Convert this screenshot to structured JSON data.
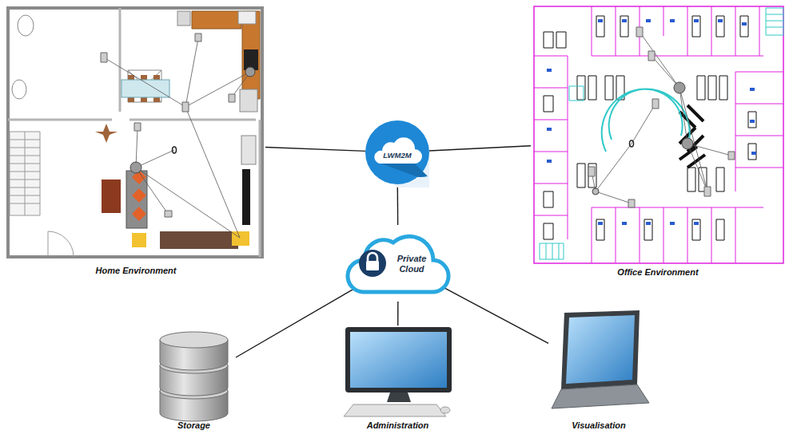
{
  "diagram": {
    "nodes": [
      {
        "text": [
          "Home Environment"
        ]
      },
      {
        "text": [
          "LWM2M"
        ]
      },
      {
        "text": [
          "Office Environment"
        ]
      },
      {
        "text": [
          "Private Cloud"
        ]
      },
      {
        "text": [
          "Storage"
        ]
      },
      {
        "text": [
          "Administration"
        ]
      },
      {
        "text": [
          "Visualisation"
        ]
      }
    ],
    "edges": [
      {
        "from": 0,
        "to": 1,
        "arrow": "none"
      },
      {
        "from": 2,
        "to": 1,
        "arrow": "none"
      },
      {
        "from": 1,
        "to": 3,
        "arrow": "none"
      },
      {
        "from": 3,
        "to": 4,
        "arrow": "none"
      },
      {
        "from": 3,
        "to": 5,
        "arrow": "none"
      },
      {
        "from": 3,
        "to": 6,
        "arrow": "none"
      }
    ]
  }
}
